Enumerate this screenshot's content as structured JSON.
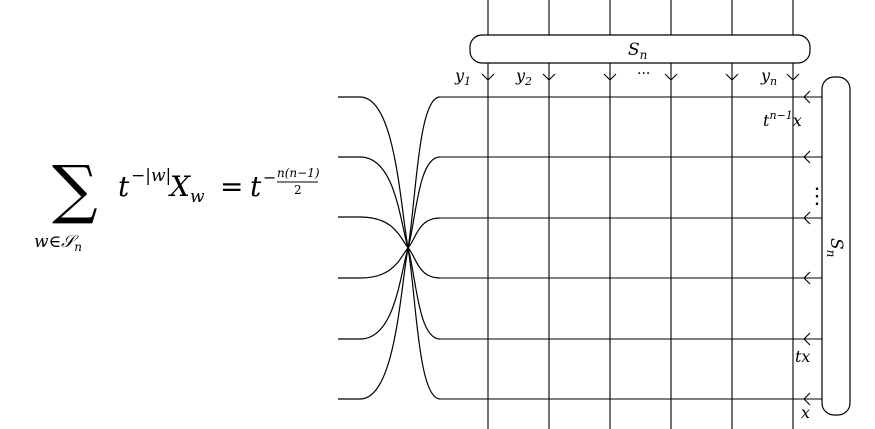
{
  "equation": {
    "sum_symbol": "∑",
    "sum_index": "w∈𝒮",
    "sum_index_sub": "n",
    "t": "t",
    "exp_left": "−|w|",
    "X": "X",
    "X_sub": "w",
    "equals": "=",
    "t_right": "t",
    "exp_minus": "−",
    "frac_num": "n(n−1)",
    "frac_den": "2"
  },
  "top_box": {
    "label": "S",
    "label_sub": "n"
  },
  "right_box": {
    "label": "S",
    "label_sub": "n"
  },
  "column_labels": [
    {
      "main": "y",
      "sub": "1"
    },
    {
      "main": "y",
      "sub": "2"
    },
    {
      "main": "···",
      "sub": ""
    },
    {
      "main": "y",
      "sub": "n"
    }
  ],
  "row_labels": {
    "top": {
      "main": "t",
      "sup": "n−1",
      "tail": "x"
    },
    "dots": "⋮",
    "tx": "tx",
    "x": "x"
  },
  "grid": {
    "columns": 6,
    "rows": 6
  }
}
